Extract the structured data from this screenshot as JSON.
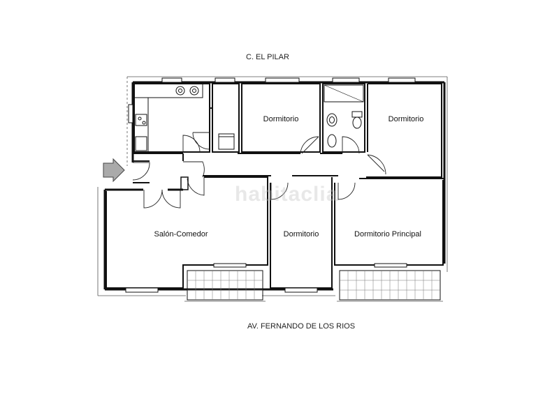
{
  "streets": {
    "top": "C.  EL PILAR",
    "bottom": "AV. FERNANDO DE LOS RIOS"
  },
  "rooms": {
    "dorm_1": "Dormitorio",
    "dorm_2": "Dormitorio",
    "salon": "Salón-Comedor",
    "dorm_3": "Dormitorio",
    "dorm_principal": "Dormitorio Principal"
  },
  "watermark": "habitaclia",
  "colors": {
    "wall": "#111111",
    "line": "#555555",
    "arrow_fill": "#aaaaaa"
  },
  "icons": {
    "entrance": "entrance-arrow-icon",
    "sink": "sink-icon",
    "stove": "stove-icon",
    "toilet": "toilet-icon",
    "washbasin": "washbasin-icon",
    "shower": "shower-icon",
    "bidet": "bidet-icon"
  }
}
